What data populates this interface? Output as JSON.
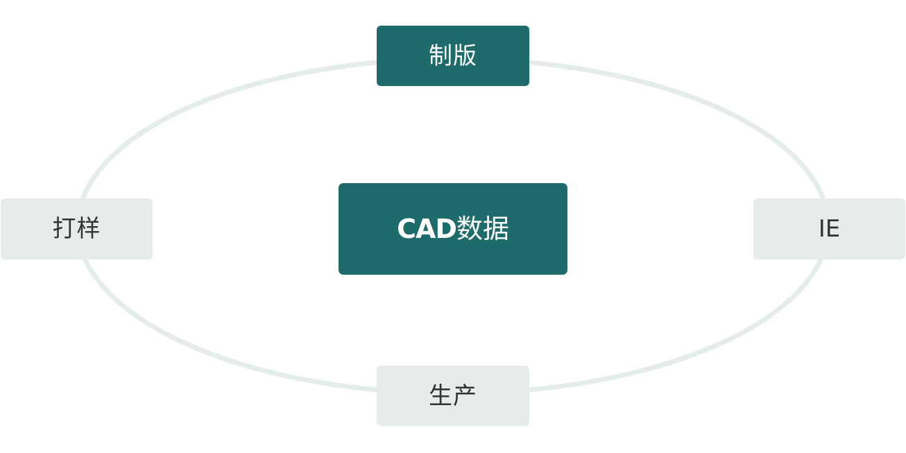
{
  "diagram": {
    "center": {
      "label_latin": "CAD",
      "label_cjk": "数据"
    },
    "nodes": {
      "top": {
        "label": "制版"
      },
      "left": {
        "label": "打样"
      },
      "right": {
        "label": "IE"
      },
      "bottom": {
        "label": "生产"
      }
    },
    "colors": {
      "dark_node": "#1e6b6b",
      "light_node": "#e6ebeb",
      "ring": "#e4ecec",
      "dark_text": "#ffffff",
      "light_text": "#333333"
    }
  }
}
